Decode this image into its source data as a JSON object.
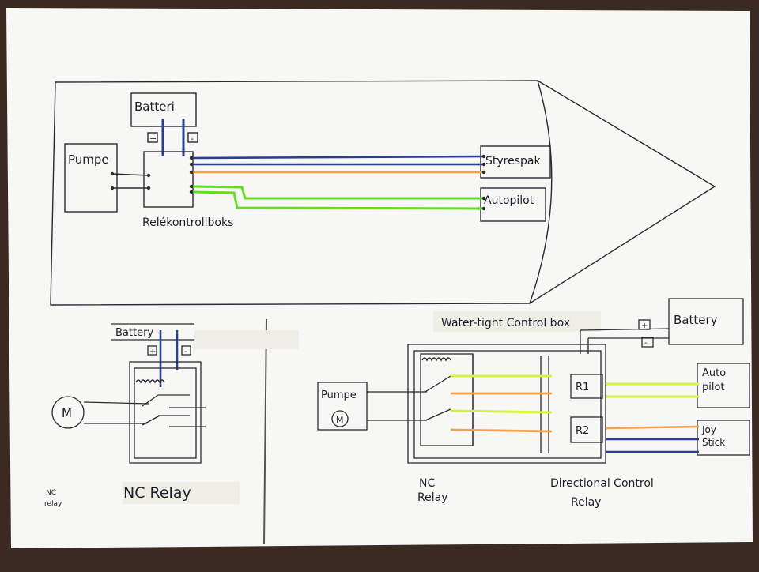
{
  "top_diagram": {
    "battery_label": "Batteri",
    "plus_label": "+",
    "minus_label": "-",
    "pump_label": "Pumpe",
    "relay_box_label": "Relékontrollboks",
    "joystick_label": "Styrespak",
    "autopilot_label": "Autopilot"
  },
  "bottom_left": {
    "battery_label": "Battery",
    "plus_label": "+",
    "minus_label": "-",
    "motor_label": "M",
    "relay_label": "NC Relay",
    "margin_note_line1": "NC",
    "margin_note_line2": "relay"
  },
  "bottom_right": {
    "control_box_label": "Water-tight Control box",
    "battery_label": "Battery",
    "plus_label": "+",
    "minus_label": "-",
    "pump_label": "Pumpe",
    "motor_label": "M",
    "r1_label": "R1",
    "r2_label": "R2",
    "autopilot_label_line1": "Auto",
    "autopilot_label_line2": "pilot",
    "joystick_label_line1": "Joy",
    "joystick_label_line2": "Stick",
    "nc_relay_line1": "NC",
    "nc_relay_line2": "Relay",
    "directional_line1": "Directional Control",
    "directional_line2": "Relay"
  },
  "colors": {
    "wire_blue": "#2b3f8f",
    "wire_orange": "#f5a04a",
    "wire_green": "#66dd22",
    "wire_yellow": "#d8f23a",
    "ink": "#2a2a33",
    "paper": "#f7f7f5"
  }
}
